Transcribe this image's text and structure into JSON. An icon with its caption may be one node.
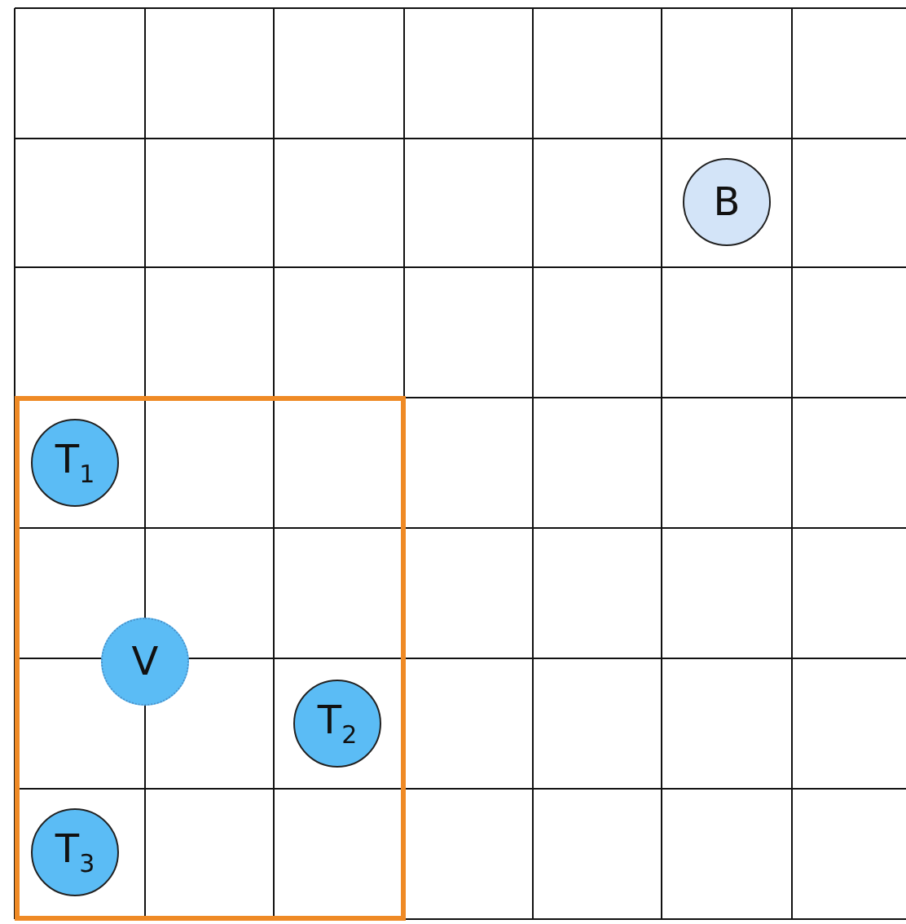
{
  "diagram": {
    "nodes": [
      {
        "text": [
          "B"
        ]
      },
      {
        "text": [],
        "shape": "box"
      },
      {
        "text": [
          "T$_{1}$"
        ],
        "in": 1
      },
      {
        "text": [
          "V"
        ],
        "in": 1
      },
      {
        "text": [
          "T$_{2}$"
        ],
        "in": 1
      },
      {
        "text": [
          "T$_{3}$"
        ],
        "in": 1
      }
    ]
  }
}
